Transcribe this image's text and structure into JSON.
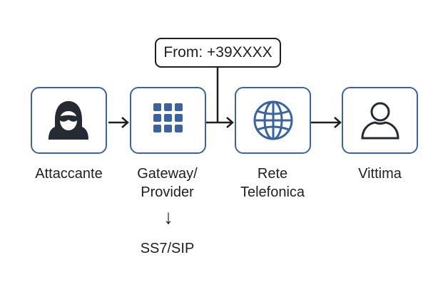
{
  "diagram": {
    "callout": {
      "text": "From: +39XXXX"
    },
    "nodes": [
      {
        "id": "attaccante",
        "label_lines": [
          "Attaccante"
        ],
        "icon": "hacker-icon"
      },
      {
        "id": "gateway",
        "label_lines": [
          "Gateway/",
          "Provider"
        ],
        "icon": "keypad-grid-icon"
      },
      {
        "id": "rete",
        "label_lines": [
          "Rete",
          "Telefonica"
        ],
        "icon": "globe-icon"
      },
      {
        "id": "vittima",
        "label_lines": [
          "Vittima"
        ],
        "icon": "user-icon"
      }
    ],
    "sub_label": {
      "text": "SS7/SIP",
      "arrow": "↓"
    },
    "edges": [
      {
        "from": "attaccante",
        "to": "gateway"
      },
      {
        "from": "gateway",
        "to": "rete"
      },
      {
        "from": "rete",
        "to": "vittima"
      },
      {
        "from": "callout",
        "to": "gateway-rete-edge"
      }
    ],
    "colors": {
      "node_border": "#3a63a3",
      "icon_blue": "#3a63a3",
      "icon_dark": "#262b33",
      "line": "#1f1f1f"
    }
  }
}
